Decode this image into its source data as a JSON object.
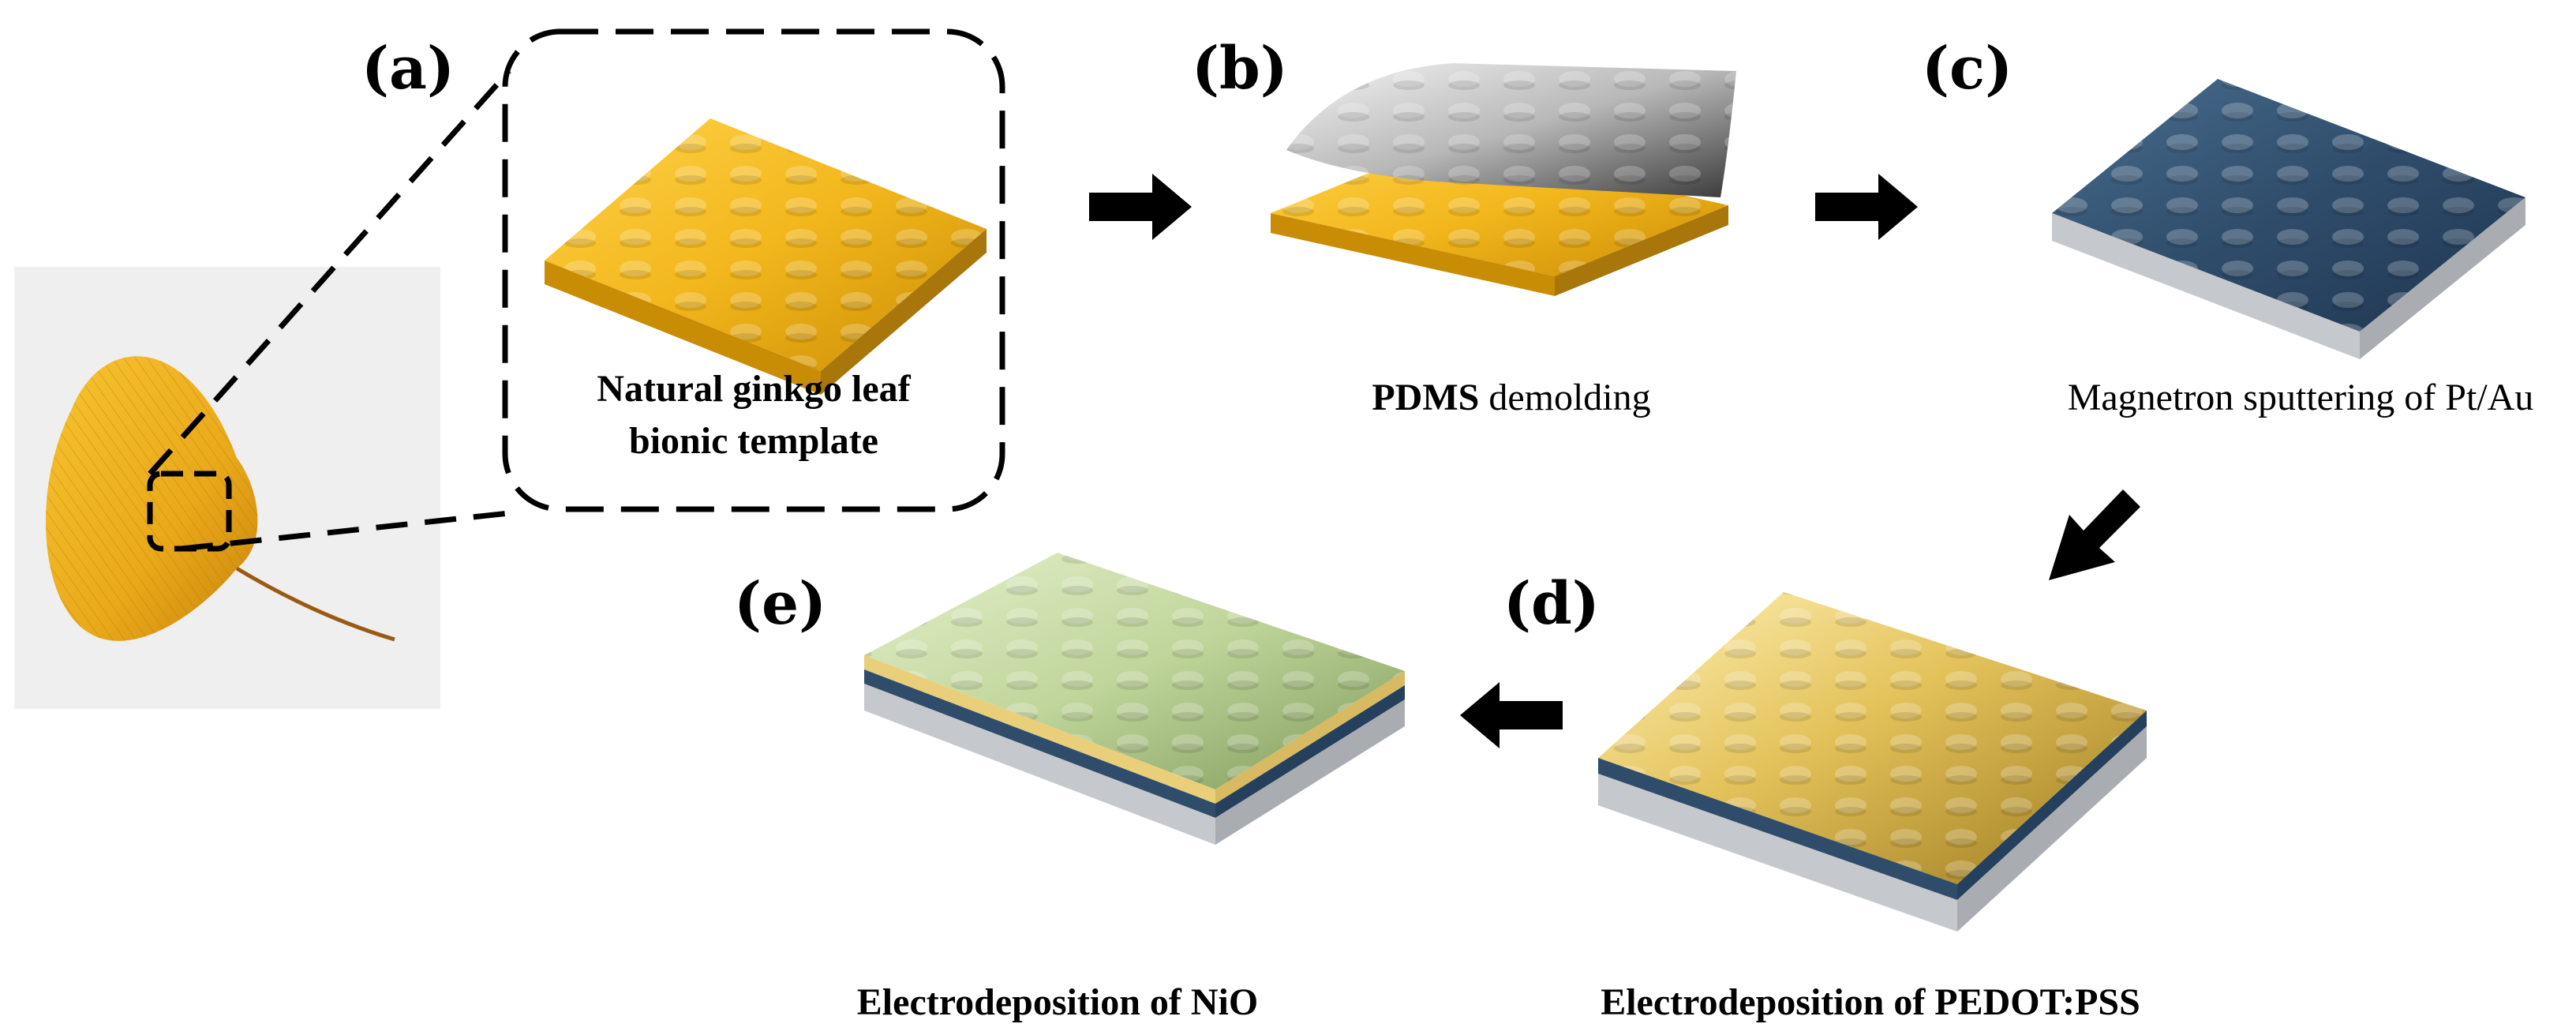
{
  "panels": {
    "a": {
      "label": "(a)",
      "caption_line1": "Natural ginkgo leaf",
      "caption_line2": "bionic template"
    },
    "b": {
      "label": "(b)",
      "caption_bold": "PDMS",
      "caption_rest": " demolding"
    },
    "c": {
      "label": "(c)",
      "caption": "Magnetron sputtering of Pt/Au"
    },
    "d": {
      "label": "(d)",
      "caption": "Electrodeposition of PEDOT:PSS"
    },
    "e": {
      "label": "(e)",
      "caption": "Electrodeposition of NiO"
    }
  },
  "colors": {
    "ginkgo_yellow": "#F2B71C",
    "ginkgo_shadow": "#D79A0E",
    "pdms_gray": "#B8B8B8",
    "pt_au_blue": "#2F4D6B",
    "pedot_gold": "#E3C25A",
    "nio_green": "#BFD59A",
    "substrate_gray": "#C5C8CC",
    "leaf_background": "#EFEFEF",
    "arrow_black": "#000000"
  }
}
